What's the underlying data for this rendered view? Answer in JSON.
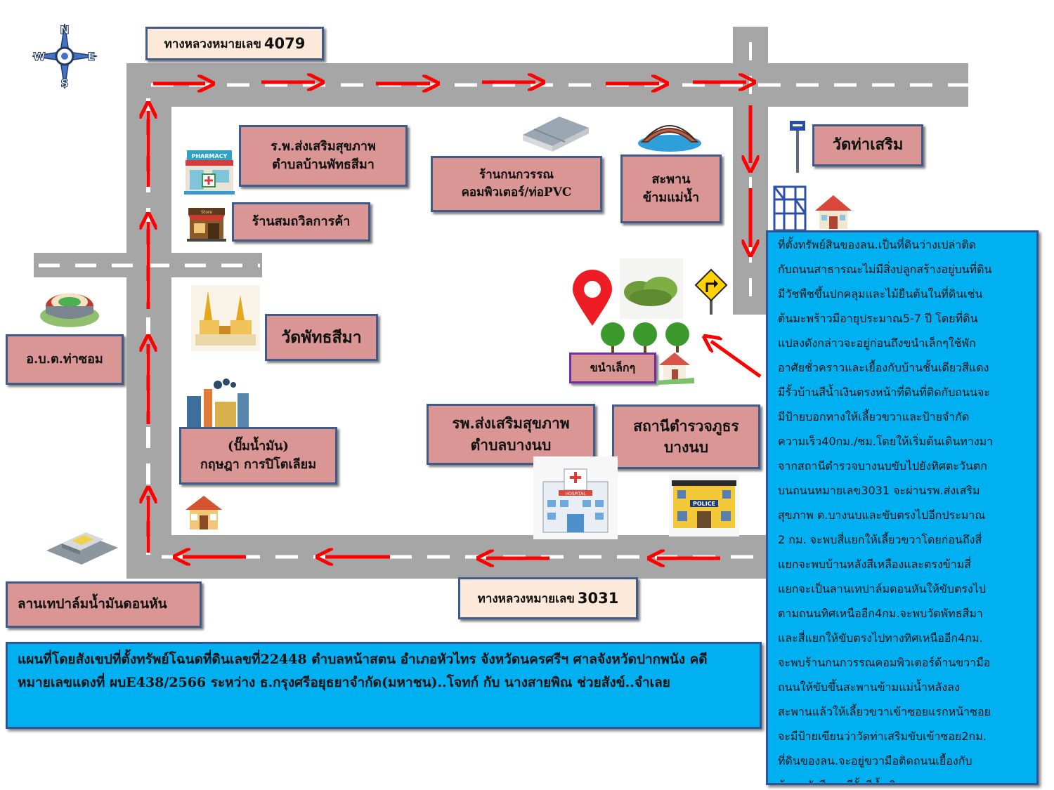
{
  "compass": {
    "icon": "compass-rose-icon",
    "north": "N",
    "south": "S",
    "east": "E",
    "west": "W"
  },
  "highways": {
    "top": {
      "prefix": "ทางหลวงหมายเลข",
      "number": "4079"
    },
    "bottom": {
      "prefix": "ทางหลวงหมายเลข",
      "number": "3031"
    }
  },
  "places": {
    "health_center_phatsima": "ร.พ.ส่งเสริมสุขภาพ\nตำบลบ้านพัทธสีมา",
    "somchawit_shop": "ร้านสมถวิลการค้า",
    "kanokwan_shop": "ร้านกนกวรรณ\nคอมพิวเตอร์/ท่อPVC",
    "bridge": "สะพาน\nข้ามแม่น้ำ",
    "wat_tha_soem": "วัดท่าเสริม",
    "wat_phatsima": "วัดพัทธสีมา",
    "obt_tha_som": "อ.บ.ต.ท่าซอม",
    "gas_station": "(ปั๊มน้ำมัน)\nกฤษฎา การปิโตเลียม",
    "small_ditch": "ขนำเล็กๆ",
    "health_center_bangnob": "รพ.ส่งเสริมสุขภาพ\nตำบลบางนบ",
    "police_station": "สถานีตำรวจภูธร\nบางนบ",
    "palm_yard": "ลานเทปาล์มน้ำมันดอนหัน"
  },
  "caption": "แผนที่โดยสังเขปที่ตั้งทรัพย์โฉนดที่ดินเลขที่22448 ตำบลหน้าสตน อำเภอหัวไทร จังหวัดนครศรีฯ ศาลจังหวัดปากพนัง คดีหมายเลขแดงที่ ผบE438/2566 ระหว่าง ธ.กรุงศรีอยุธยาจำกัด(มหาชน)..โจทก์ กับ นางสายพิณ ช่วยสังข์..จำเลย",
  "description": "    ที่ตั้งทรัพย์สินของลน.เป็นที่ดินว่างเปล่าติด\nกับถนนสาธารณะไม่มีสิ่งปลูกสร้างอยู่บนที่ดิน\nมีวัชพืชขึ้นปกคลุมและไม้ยืนต้นในที่ดินเช่น\nต้นมะพร้าวมีอายุประมาณ5-7 ปี โดยที่ดิน\nแปลงดังกล่าวจะอยู่ก่อนถึงขนำเล็กๆใช้พัก\nอาศัยชั่วคราวและเยื้องกับบ้านชั้นเดียวสีแดง\nมีรั้วบ้านสีน้ำเงินตรงหน้าที่ดินที่ติดกับถนนจะ\nมีป้ายบอกทางให้เลี้ยวขวาและป้ายจำกัด\nความเร็ว40กม./ชม.โดยให้เริ่มต้นเดินทางมา\nจากสถานีตำรวจบางนบขับไปยังทิศตะวันตก\nบนถนนหมายเลข3031 จะผ่านรพ.ส่งเสริม\nสุขภาพ ต.บางนบและขับตรงไปอีกประมาณ\n2 กม. จะพบสี่แยกให้เลี้ยวขวาโดยก่อนถึงสี่\nแยกจะพบบ้านหลังสีเหลืองและตรงข้ามสี่\nแยกจะเป็นลานเทปาล์มดอนหันให้ขับตรงไป\nตามถนนทิศเหนืออีก4กม.จะพบวัดพัทธสีมา\nและสี่แยกให้ขับตรงไปทางทิศเหนืออีก4กม.\nจะพบร้านกนกวรรณคอมพิวเตอร์ด้านขวามือ\nถนนให้ขับขึ้นสะพานข้ามแม่น้ำหลังลง\nสะพานแล้วให้เลี้ยวขวาเข้าซอยแรกหน้าซอย\nจะมีป้ายเขียนว่าวัดท่าเสริมขับเข้าซอย2กม.\nที่ดินของลน.จะอยู่ขวามือติดถนนเยื้องกับ\nบ้านหลังสีแดงมีรั้วสีน้ำเงิน",
  "colors": {
    "road": "#a6a6a6",
    "arrow": "#ff0000",
    "label_bg": "#d99694",
    "label_border": "#3e5b8a",
    "info_bg": "#00b0f0",
    "highway_bg": "#fde9d9"
  }
}
